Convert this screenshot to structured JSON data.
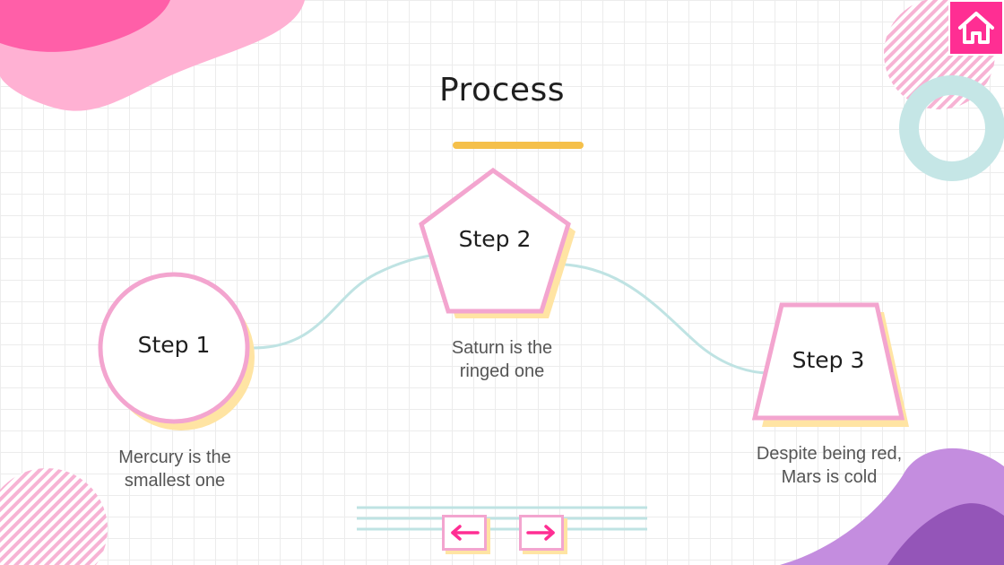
{
  "slide": {
    "title": "Process"
  },
  "steps": [
    {
      "label": "Step 1",
      "description_line1": "Mercury is the",
      "description_line2": "smallest one"
    },
    {
      "label": "Step 2",
      "description_line1": "Saturn is the",
      "description_line2": "ringed one"
    },
    {
      "label": "Step 3",
      "description_line1": "Despite being red,",
      "description_line2": "Mars is cold"
    }
  ],
  "navigation": {
    "home_icon": "home-icon",
    "prev_icon": "arrow-left-icon",
    "next_icon": "arrow-right-icon"
  },
  "colors": {
    "accent_pink": "#ff2e93",
    "outline_pink": "#f3a5cf",
    "shadow_yellow": "#ffe4a3",
    "connector_teal": "#bfe3e3",
    "underline_yellow": "#f5c04a",
    "purple": "#c48ddf"
  }
}
